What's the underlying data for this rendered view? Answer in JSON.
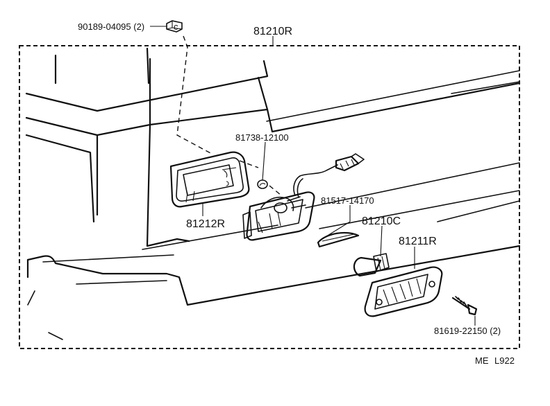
{
  "labels": {
    "clip_part": "90189-04095 (2)",
    "assembly": "81210R",
    "socket_part": "81738-12100",
    "bezel_part": "81212R",
    "lens_part": "81517-14170",
    "bulb_part": "81210C",
    "lamp_part": "81211R",
    "screw_part": "81619-22150 (2)",
    "code_me": "ME",
    "code_sheet": "L922"
  }
}
